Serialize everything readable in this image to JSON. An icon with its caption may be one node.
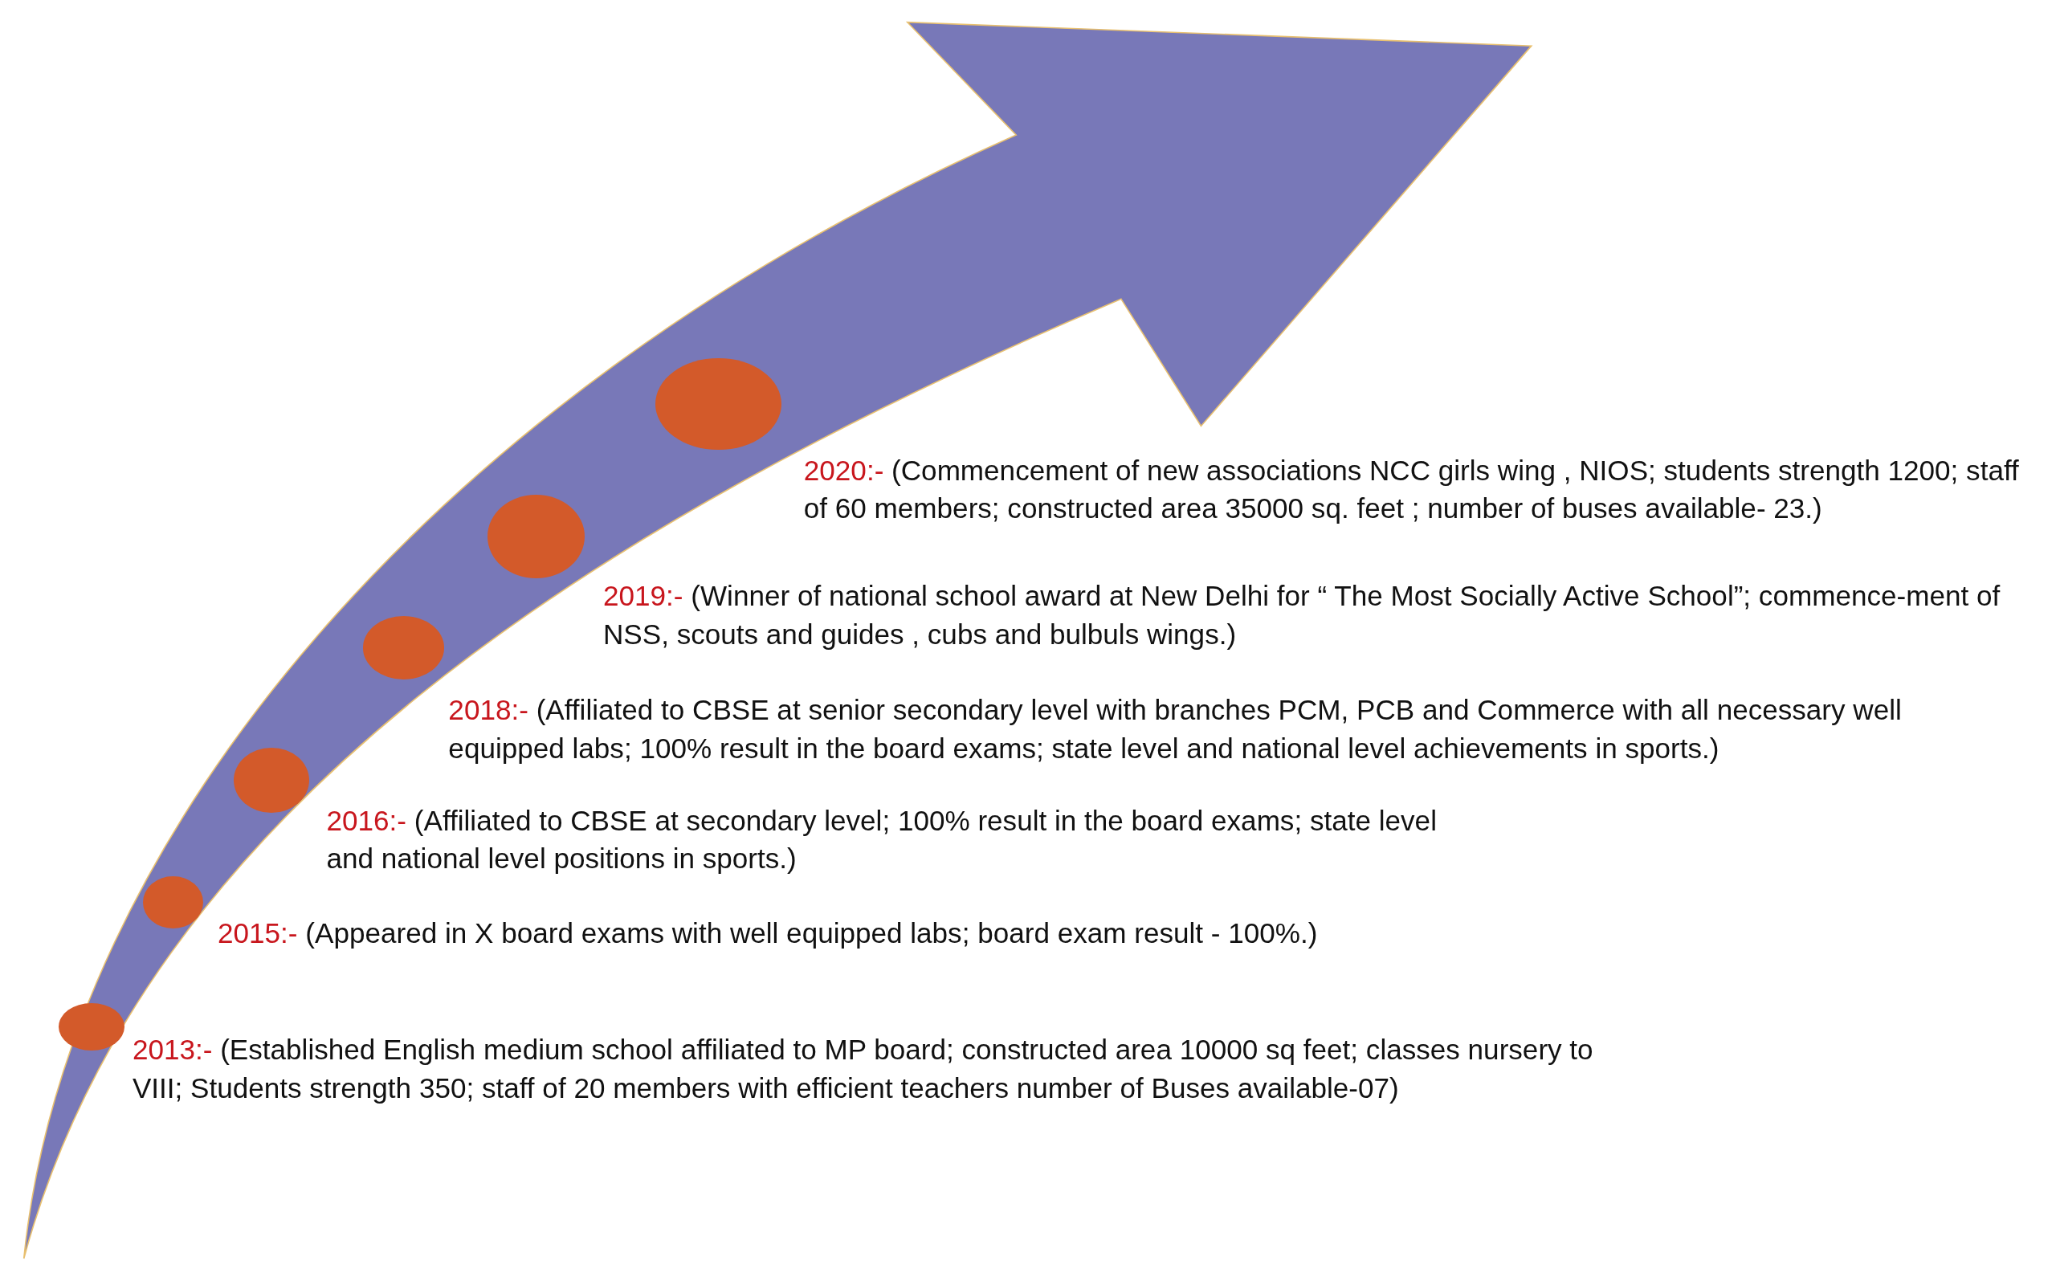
{
  "diagram": {
    "nodes": [
      {
        "text": [],
        "shape": "circle",
        "beside": [
          "2013:-",
          "(Established English medium school affiliated to MP board; constructed area 10000 sq feet; classes nursery to VIII; Students strength 350; staff of 20 members with efficient teachers number of Buses available-07)"
        ]
      },
      {
        "text": [],
        "shape": "circle",
        "beside": [
          "2015:-",
          "(Appeared in X board exams with well equipped labs; board exam result - 100%.)"
        ]
      },
      {
        "text": [],
        "shape": "circle",
        "beside": [
          "2016:-",
          "(Affiliated to CBSE at secondary level; 100% result in the board exams; state level and national level positions in sports.)"
        ]
      },
      {
        "text": [],
        "shape": "circle",
        "beside": [
          "2018:-",
          "(Affiliated to CBSE at senior secondary level with branches PCM, PCB and Commerce with all necessary well equipped labs; 100% result in the board exams; state level and national level achievements in sports.)"
        ]
      },
      {
        "text": [],
        "shape": "circle",
        "beside": [
          "2019:-",
          "(Winner of national school award at New Delhi for “ The Most Socially Active School”; commence-ment of NSS, scouts and guides , cubs and bulbuls wings.)"
        ]
      },
      {
        "text": [],
        "shape": "circle",
        "beside": [
          "2020:-",
          "(Commencement of new associations NCC girls wing , NIOS; students strength 1200; staff of 60 members;  constructed area 35000 sq. feet ; number of buses available- 23.)"
        ]
      }
    ]
  }
}
